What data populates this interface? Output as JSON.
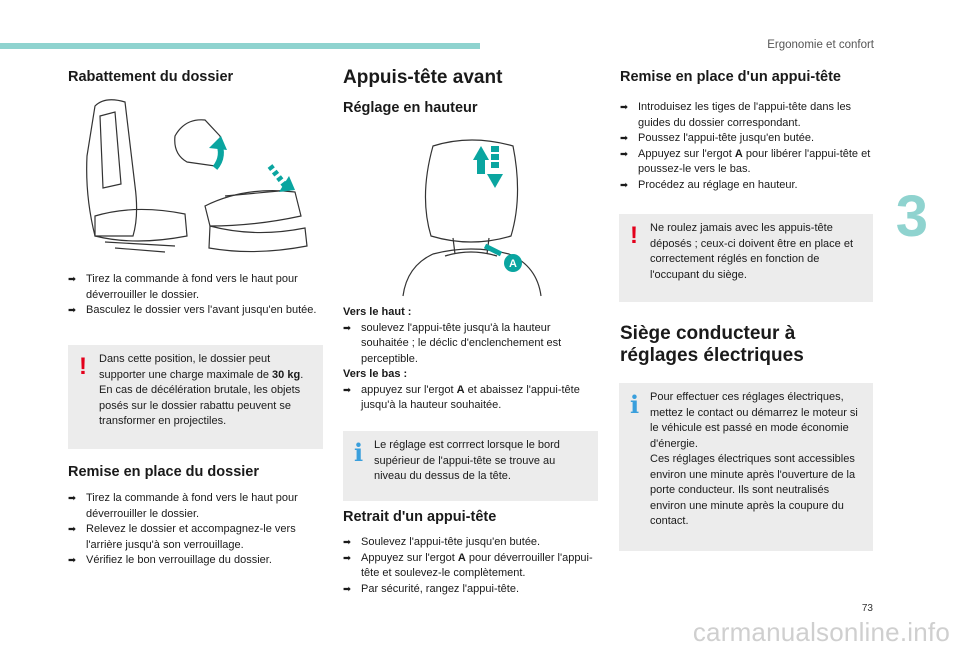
{
  "header": {
    "section": "Ergonomie et confort",
    "chapter": "3"
  },
  "footer": {
    "page": "73",
    "watermark": "carmanualsonline.info"
  },
  "col1": {
    "title1": "Rabattement du dossier",
    "steps1": [
      "Tirez la commande à fond vers le haut pour déverrouiller le dossier.",
      "Basculez le dossier vers l'avant jusqu'en butée."
    ],
    "warning": {
      "part1": "Dans cette position, le dossier peut supporter une charge maximale de ",
      "bold": "30 kg",
      "part2": ". En cas de décélération brutale, les objets posés sur le dossier rabattu peuvent se transformer en projectiles."
    },
    "title2": "Remise en place du dossier",
    "steps2": [
      "Tirez la commande à fond vers le haut pour déverrouiller le dossier.",
      "Relevez le dossier et accompagnez-le vers l'arrière jusqu'à son verrouillage.",
      "Vérifiez le bon verrouillage du dossier."
    ]
  },
  "col2": {
    "title": "Appuis-tête avant",
    "subtitle": "Réglage en hauteur",
    "marker": "A",
    "up_label": "Vers le haut :",
    "up_step": "soulevez l'appui-tête jusqu'à la hauteur souhaitée ; le déclic d'enclenchement est perceptible.",
    "down_label": "Vers le bas :",
    "down_step": {
      "part1": "appuyez sur l'ergot ",
      "bold": "A",
      "part2": " et abaissez l'appui-tête jusqu'à la hauteur souhaitée."
    },
    "info": "Le réglage est corrrect lorsque le bord supérieur de l'appui-tête se trouve au niveau du dessus de la tête.",
    "title2": "Retrait d'un appui-tête",
    "r1": "Soulevez l'appui-tête jusqu'en butée.",
    "r2": {
      "part1": "Appuyez sur l'ergot ",
      "bold": "A",
      "part2": " pour déverrouiller l'appui-tête et soulevez-le complètement."
    },
    "r3": "Par sécurité, rangez l'appui-tête."
  },
  "col3": {
    "title1": "Remise en place d'un appui-tête",
    "s1": "Introduisez les tiges de l'appui-tête dans les guides du dossier correspondant.",
    "s2": "Poussez l'appui-tête jusqu'en butée.",
    "s3": {
      "part1": "Appuyez sur l'ergot ",
      "bold": "A",
      "part2": " pour libérer l'appui-tête et poussez-le vers le bas."
    },
    "s4": "Procédez au réglage en hauteur.",
    "warning": "Ne roulez jamais avec les appuis-tête déposés ; ceux-ci doivent être en place et correctement réglés en fonction de l'occupant du siège.",
    "title2": "Siège conducteur à réglages électriques",
    "info1": "Pour effectuer ces réglages électriques, mettez le contact ou démarrez le moteur si le véhicule est passé en mode économie d'énergie.",
    "info2": "Ces réglages électriques sont accessibles environ une minute après l'ouverture de la porte conducteur. Ils sont neutralisés environ une minute après la coupure du contact."
  },
  "icons": {
    "bullet": "arrow-bullet-icon",
    "warning": "exclamation-icon",
    "info": "info-icon"
  },
  "colors": {
    "accent": "#8fd3cf",
    "warning": "#e3001b",
    "info": "#3a9fdc",
    "box": "#ececec"
  }
}
